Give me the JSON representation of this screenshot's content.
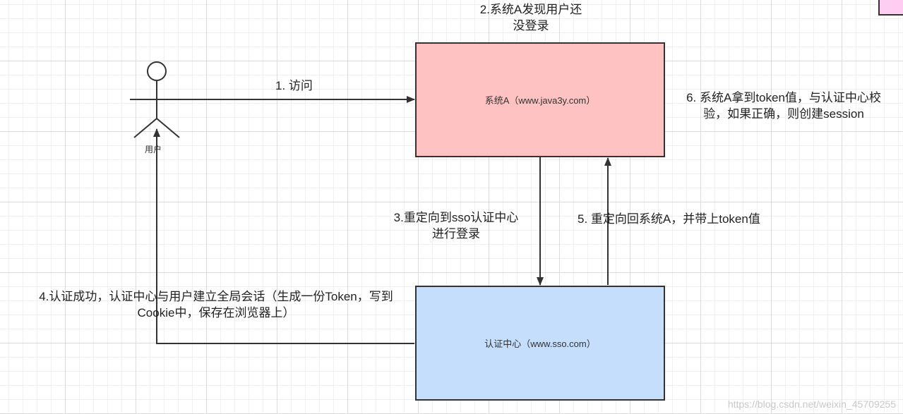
{
  "actor": {
    "label": "用户"
  },
  "nodes": {
    "system_a": {
      "label": "系统A（www.java3y.com）",
      "fill": "#ffc2c2"
    },
    "sso": {
      "label": "认证中心（www.sso.com）",
      "fill": "#c4defc"
    }
  },
  "steps": {
    "step1": {
      "text": "1.  访问"
    },
    "step2": {
      "line1": "2.系统A发现用户还",
      "line2": "没登录"
    },
    "step3": {
      "line1": "3.重定向到sso认证中心",
      "line2": "进行登录"
    },
    "step4": {
      "line1": "4.认证成功，认证中心与用户建立全局会话（生成一份Token，写到",
      "line2": "Cookie中，保存在浏览器上）"
    },
    "step5": {
      "text": "5. 重定向回系统A，并带上token值"
    },
    "step6": {
      "line1": "6. 系统A拿到token值，与认证中心校",
      "line2": "验，如果正确，则创建session"
    }
  },
  "decor": {
    "corner_fill": "#ffccf2"
  },
  "watermark": "https://blog.csdn.net/weixin_45709255",
  "colors": {
    "stroke": "#333333",
    "grid": "#dcdcdc"
  }
}
